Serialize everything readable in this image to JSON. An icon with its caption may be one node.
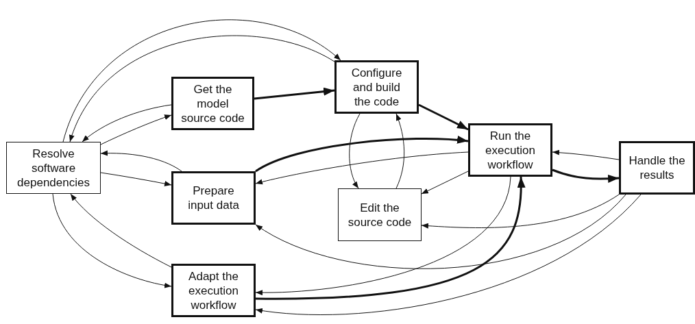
{
  "diagram": {
    "nodes": [
      {
        "text": [
          "Resolve software dependencies"
        ]
      },
      {
        "text": [
          "Get the model source code"
        ]
      },
      {
        "text": [
          "Configure and build the code"
        ]
      },
      {
        "text": [
          "Prepare input data"
        ]
      },
      {
        "text": [
          "Run the execution workflow"
        ]
      },
      {
        "text": [
          "Edit the source code"
        ]
      },
      {
        "text": [
          "Handle the results"
        ]
      },
      {
        "text": [
          "Adapt the execution workflow"
        ]
      }
    ],
    "edges": [
      {
        "from": 0,
        "to": 2,
        "arrow": "to"
      },
      {
        "from": 2,
        "to": 0,
        "arrow": "to"
      },
      {
        "from": 1,
        "to": 0,
        "arrow": "to"
      },
      {
        "from": 0,
        "to": 1,
        "arrow": "to"
      },
      {
        "from": 1,
        "to": 2,
        "arrow": "to",
        "style": "thick"
      },
      {
        "from": 2,
        "to": 4,
        "arrow": "to",
        "style": "thick"
      },
      {
        "from": 3,
        "to": 0,
        "arrow": "to"
      },
      {
        "from": 0,
        "to": 3,
        "arrow": "to"
      },
      {
        "from": 3,
        "to": 4,
        "arrow": "to",
        "style": "thick"
      },
      {
        "from": 4,
        "to": 3,
        "arrow": "to"
      },
      {
        "from": 2,
        "to": 5,
        "arrow": "to"
      },
      {
        "from": 5,
        "to": 2,
        "arrow": "to"
      },
      {
        "from": 4,
        "to": 5,
        "arrow": "to"
      },
      {
        "from": 6,
        "to": 4,
        "arrow": "to"
      },
      {
        "from": 4,
        "to": 6,
        "arrow": "to",
        "style": "thick"
      },
      {
        "from": 6,
        "to": 5,
        "arrow": "to"
      },
      {
        "from": 6,
        "to": 3,
        "arrow": "to"
      },
      {
        "from": 4,
        "to": 7,
        "arrow": "to"
      },
      {
        "from": 7,
        "to": 4,
        "arrow": "to",
        "style": "thick"
      },
      {
        "from": 6,
        "to": 7,
        "arrow": "to"
      },
      {
        "from": 7,
        "to": 0,
        "arrow": "to"
      },
      {
        "from": 0,
        "to": 7,
        "arrow": "to"
      }
    ]
  }
}
